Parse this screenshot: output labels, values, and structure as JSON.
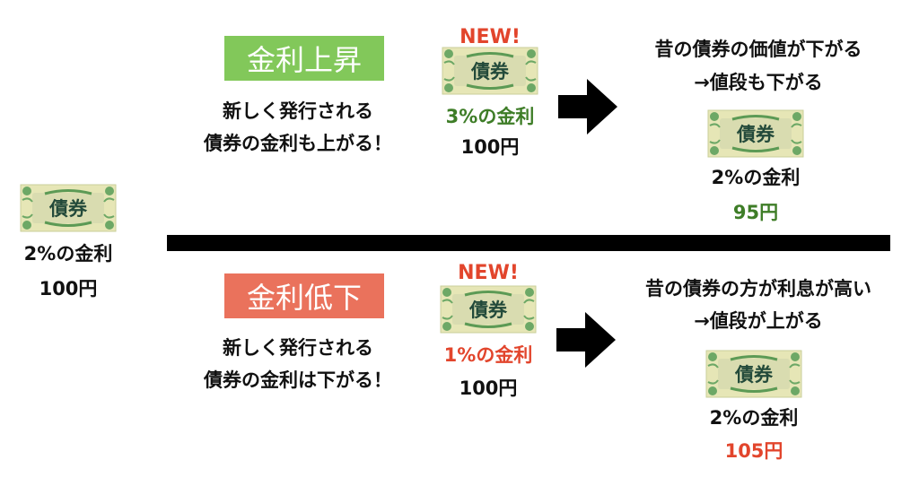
{
  "bond_icon_text": "債券",
  "left": {
    "rate": "2%の金利",
    "price": "100円"
  },
  "rise": {
    "label": "金利上昇",
    "label_color": "#82c85a",
    "desc": [
      "新しく発行される",
      "債券の金利も上がる！"
    ],
    "new_label": "NEW!",
    "new_rate": "3%の金利",
    "new_price": "100円",
    "result": [
      "昔の債券の価値が下がる",
      "→値段も下がる"
    ],
    "old_rate": "2%の金利",
    "old_price": "95円"
  },
  "fall": {
    "label": "金利低下",
    "label_color": "#ea725c",
    "desc": [
      "新しく発行される",
      "債券の金利は下がる！"
    ],
    "new_label": "NEW!",
    "new_rate": "1%の金利",
    "new_price": "100円",
    "result": [
      "昔の債券の方が利息が高い",
      "→値段が上がる"
    ],
    "old_rate": "2%の金利",
    "old_price": "105円"
  }
}
